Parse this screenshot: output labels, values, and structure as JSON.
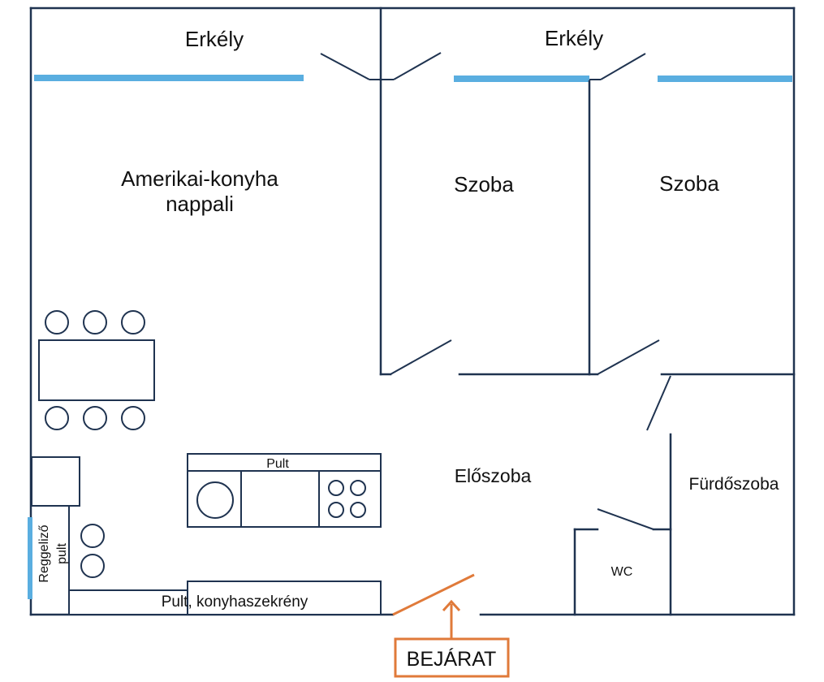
{
  "plan": {
    "colors": {
      "wall": "#1f3350",
      "window": "#5aaee0",
      "entrance": "#e07a3a"
    },
    "rooms": {
      "balcony_left": "Erkély",
      "balcony_right": "Erkély",
      "living_line1": "Amerikai-konyha",
      "living_line2": "nappali",
      "room_1": "Szoba",
      "room_2": "Szoba",
      "hall": "Előszoba",
      "bathroom": "Fürdőszoba",
      "wc": "WC"
    },
    "furniture": {
      "counter_top": "Pult",
      "counter_bottom": "Pult, konyhaszekrény",
      "breakfast_line1": "Reggeliző",
      "breakfast_line2": "pult"
    },
    "entrance_label": "BEJÁRAT"
  }
}
